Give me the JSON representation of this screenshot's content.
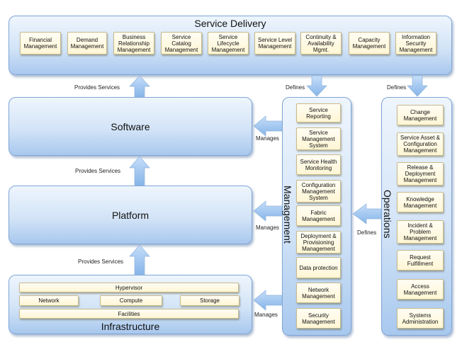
{
  "service_delivery": {
    "title": "Service Delivery",
    "items": [
      "Financial\nManagement",
      "Demand\nManagement",
      "Business\nRelationship\nManagement",
      "Service\nCatalog\nManagement",
      "Service\nLifecycle\nManagement",
      "Service Level\nManagement",
      "Continuity &\nAvailability\nMgmt.",
      "Capacity\nManagement",
      "Information\nSecurity\nManagement"
    ]
  },
  "layers": {
    "software": "Software",
    "platform": "Platform",
    "infrastructure": {
      "title": "Infrastructure",
      "hypervisor": "Hypervisor",
      "network": "Network",
      "compute": "Compute",
      "storage": "Storage",
      "facilities": "Facilities"
    }
  },
  "management": {
    "title": "Management",
    "items": [
      "Service\nReporting",
      "Service\nManagement\nSystem",
      "Service Health\nMonitoring",
      "Configuration\nManagement\nSystem",
      "Fabric\nManagement",
      "Deployment &\nProvisioning\nManagement",
      "Data protection",
      "Network\nManagement",
      "Security\nManagement"
    ]
  },
  "operations": {
    "title": "Operations",
    "items": [
      "Change\nManagement",
      "Service Asset &\nConfiguration\nManagement",
      "Release &\nDeployment\nManagement",
      "Knowledge\nManagement",
      "Incident &\nProblem\nManagement",
      "Request\nFulfillment",
      "Access\nManagement",
      "Systems\nAdministration"
    ]
  },
  "connectors": {
    "provides_services": "Provides Services",
    "defines": "Defines",
    "manages": "Manages"
  },
  "colors": {
    "panel_top": "#eef5fd",
    "panel_bottom": "#a8c8ee",
    "panel_border": "#7fa6d6",
    "box_fill": "#fff6d4",
    "arrow": "#9dc3ec"
  }
}
